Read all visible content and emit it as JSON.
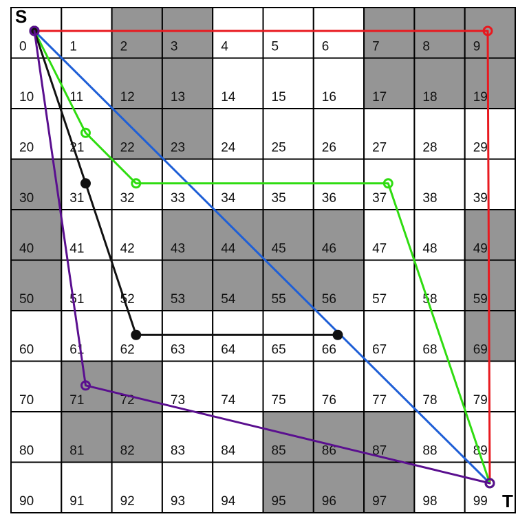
{
  "grid": {
    "rows": 10,
    "cols": 10,
    "blocked": [
      2,
      3,
      7,
      8,
      9,
      12,
      13,
      17,
      18,
      19,
      22,
      23,
      30,
      40,
      43,
      44,
      45,
      46,
      49,
      50,
      53,
      54,
      55,
      56,
      59,
      69,
      71,
      72,
      81,
      82,
      85,
      86,
      87,
      95,
      96,
      97
    ],
    "colors": {
      "open": "#ffffff",
      "blocked": "#959595",
      "border": "#000000"
    }
  },
  "labels": {
    "start": "S",
    "target": "T"
  },
  "paths": [
    {
      "id": "red",
      "color": "#e8191f",
      "cells": [
        0,
        9,
        99
      ]
    },
    {
      "id": "blue",
      "color": "#1f5fd6",
      "cells": [
        0,
        99
      ]
    },
    {
      "id": "green",
      "color": "#2fdc10",
      "cells": [
        0,
        21,
        32,
        37,
        99
      ]
    },
    {
      "id": "black",
      "color": "#111111",
      "cells": [
        0,
        31,
        62,
        66
      ]
    },
    {
      "id": "purple",
      "color": "#5a0f8f",
      "cells": [
        0,
        71,
        99
      ]
    }
  ]
}
